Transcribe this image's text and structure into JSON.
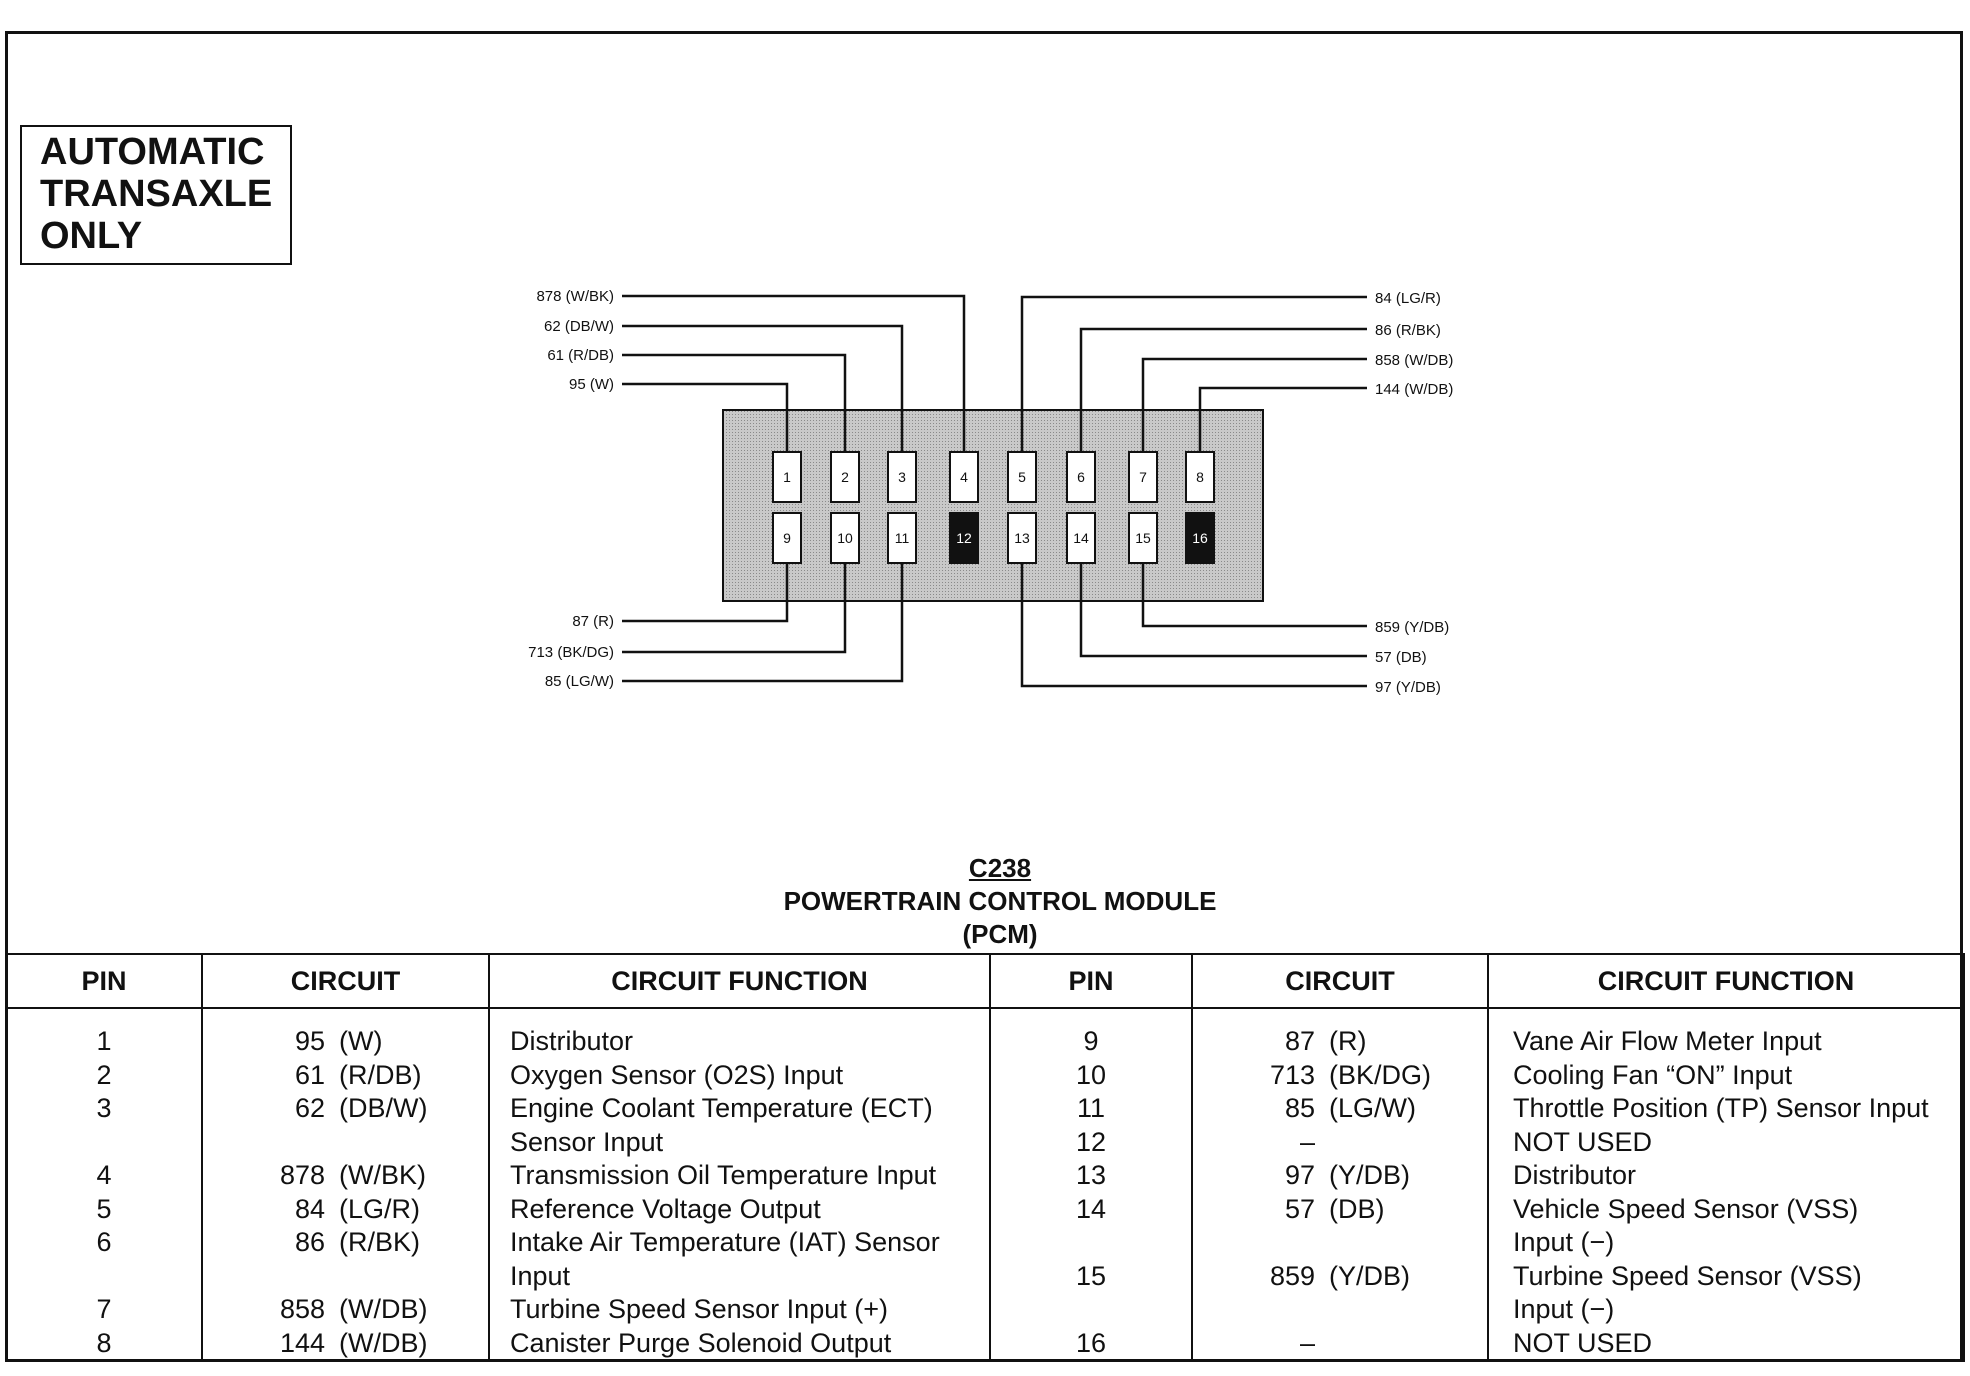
{
  "note": {
    "lines": [
      "AUTOMATIC",
      "TRANSAXLE",
      "ONLY"
    ]
  },
  "connector": {
    "top_pins": [
      "1",
      "2",
      "3",
      "4",
      "5",
      "6",
      "7",
      "8"
    ],
    "bottom_pins": [
      "9",
      "10",
      "11",
      "12",
      "13",
      "14",
      "15",
      "16"
    ],
    "filled_pins": [
      "12",
      "16"
    ],
    "wires_left_top": [
      {
        "pin": "4",
        "label": "878 (W/BK)"
      },
      {
        "pin": "3",
        "label": "62 (DB/W)"
      },
      {
        "pin": "2",
        "label": "61 (R/DB)"
      },
      {
        "pin": "1",
        "label": "95 (W)"
      }
    ],
    "wires_right_top": [
      {
        "pin": "5",
        "label": "84 (LG/R)"
      },
      {
        "pin": "6",
        "label": "86 (R/BK)"
      },
      {
        "pin": "7",
        "label": "858 (W/DB)"
      },
      {
        "pin": "8",
        "label": "144 (W/DB)"
      }
    ],
    "wires_left_bottom": [
      {
        "pin": "9",
        "label": "87 (R)"
      },
      {
        "pin": "10",
        "label": "713 (BK/DG)"
      },
      {
        "pin": "11",
        "label": "85 (LG/W)"
      }
    ],
    "wires_right_bottom": [
      {
        "pin": "15",
        "label": "859 (Y/DB)"
      },
      {
        "pin": "14",
        "label": "57 (DB)"
      },
      {
        "pin": "13",
        "label": "97 (Y/DB)"
      }
    ]
  },
  "caption": {
    "code": "C238",
    "title": "POWERTRAIN CONTROL MODULE",
    "abbr": "(PCM)"
  },
  "table": {
    "headers": [
      "PIN",
      "CIRCUIT",
      "CIRCUIT FUNCTION",
      "PIN",
      "CIRCUIT",
      "CIRCUIT FUNCTION"
    ],
    "left": [
      {
        "pin": "1",
        "num": "95",
        "color": "(W)",
        "func": [
          "Distributor"
        ]
      },
      {
        "pin": "2",
        "num": "61",
        "color": "(R/DB)",
        "func": [
          "Oxygen Sensor (O2S) Input"
        ]
      },
      {
        "pin": "3",
        "num": "62",
        "color": "(DB/W)",
        "func": [
          "Engine Coolant Temperature (ECT)",
          "Sensor Input"
        ]
      },
      {
        "pin": "4",
        "num": "878",
        "color": "(W/BK)",
        "func": [
          "Transmission Oil Temperature Input"
        ]
      },
      {
        "pin": "5",
        "num": "84",
        "color": "(LG/R)",
        "func": [
          "Reference Voltage Output"
        ]
      },
      {
        "pin": "6",
        "num": "86",
        "color": "(R/BK)",
        "func": [
          "Intake Air Temperature (IAT) Sensor",
          "Input"
        ]
      },
      {
        "pin": "7",
        "num": "858",
        "color": "(W/DB)",
        "func": [
          "Turbine Speed Sensor Input (+)"
        ]
      },
      {
        "pin": "8",
        "num": "144",
        "color": "(W/DB)",
        "func": [
          "Canister Purge Solenoid Output"
        ]
      }
    ],
    "right": [
      {
        "pin": "9",
        "num": "87",
        "color": "(R)",
        "func": [
          "Vane Air Flow Meter Input"
        ]
      },
      {
        "pin": "10",
        "num": "713",
        "color": "(BK/DG)",
        "func": [
          "Cooling Fan “ON” Input"
        ]
      },
      {
        "pin": "11",
        "num": "85",
        "color": "(LG/W)",
        "func": [
          "Throttle Position (TP) Sensor Input"
        ]
      },
      {
        "pin": "12",
        "num": "–",
        "color": "",
        "func": [
          "NOT USED"
        ]
      },
      {
        "pin": "13",
        "num": "97",
        "color": "(Y/DB)",
        "func": [
          "Distributor"
        ]
      },
      {
        "pin": "14",
        "num": "57",
        "color": "(DB)",
        "func": [
          "Vehicle Speed Sensor (VSS)",
          "Input (−)"
        ]
      },
      {
        "pin": "15",
        "num": "859",
        "color": "(Y/DB)",
        "func": [
          "Turbine Speed Sensor (VSS)",
          "Input (−)"
        ]
      },
      {
        "pin": "16",
        "num": "–",
        "color": "",
        "func": [
          "NOT USED"
        ]
      }
    ]
  }
}
